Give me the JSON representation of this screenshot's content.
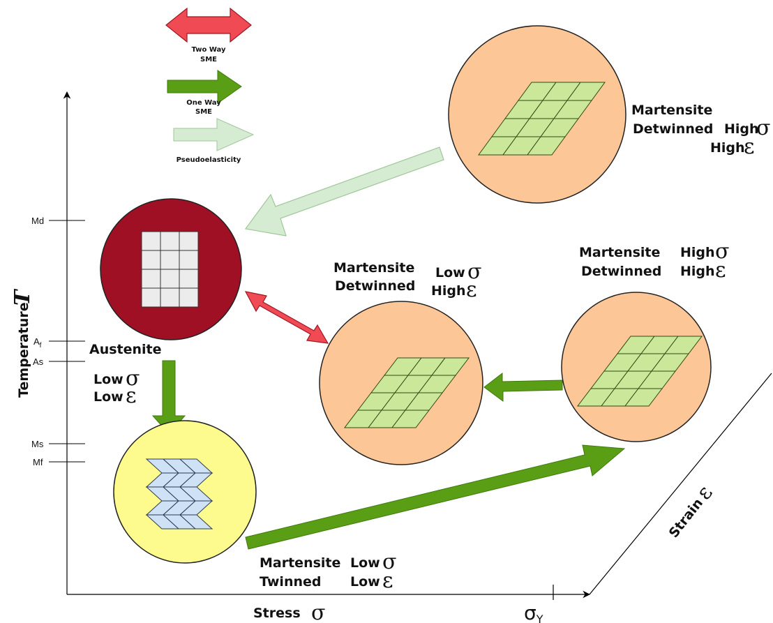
{
  "legend": {
    "two_way_line1": "Two Way",
    "two_way_line2": "SME",
    "one_way_line1": "One Way",
    "one_way_line2": "SME",
    "pseudo": "Pseudoelasticity"
  },
  "axes": {
    "temperature_label": "Temperature",
    "temperature_symbol": "T",
    "stress_label": "Stress",
    "stress_symbol": "σ",
    "strain_label": "Strain",
    "strain_symbol": "ε",
    "yield_base": "σ",
    "yield_sub": "Y"
  },
  "ticks": {
    "md": "Md",
    "af_base": "A",
    "af_sub": "f",
    "as": "As",
    "ms": "Ms",
    "mf": "Mf"
  },
  "states": {
    "austenite": {
      "name": "Austenite",
      "stress": "Low",
      "strain": "Low"
    },
    "twinned": {
      "line1": "Martensite",
      "line2": "Twinned",
      "stress": "Low",
      "strain": "Low"
    },
    "detwinned_low": {
      "line1": "Martensite",
      "line2": "Detwinned",
      "stress": "Low",
      "strain": "High"
    },
    "detwinned_high_right": {
      "line1": "Martensite",
      "line2": "Detwinned",
      "stress": "High",
      "strain": "High"
    },
    "detwinned_high_top": {
      "line1": "Martensite",
      "line2": "Detwinned",
      "stress": "High",
      "strain": "High"
    }
  },
  "symbols": {
    "sigma": "σ",
    "epsilon": "ε"
  },
  "colors": {
    "two_way": "#f04a54",
    "one_way": "#5a9e16",
    "pseudo": "#d6ecd2",
    "austenite": "#a01025",
    "martensite_twinned": "#fdfb8e",
    "martensite_detwinned": "#fdc697",
    "lattice_detwinned": "#cbe89a",
    "lattice_austenite": "#ececec",
    "lattice_twinned": "#cfe2f5"
  }
}
